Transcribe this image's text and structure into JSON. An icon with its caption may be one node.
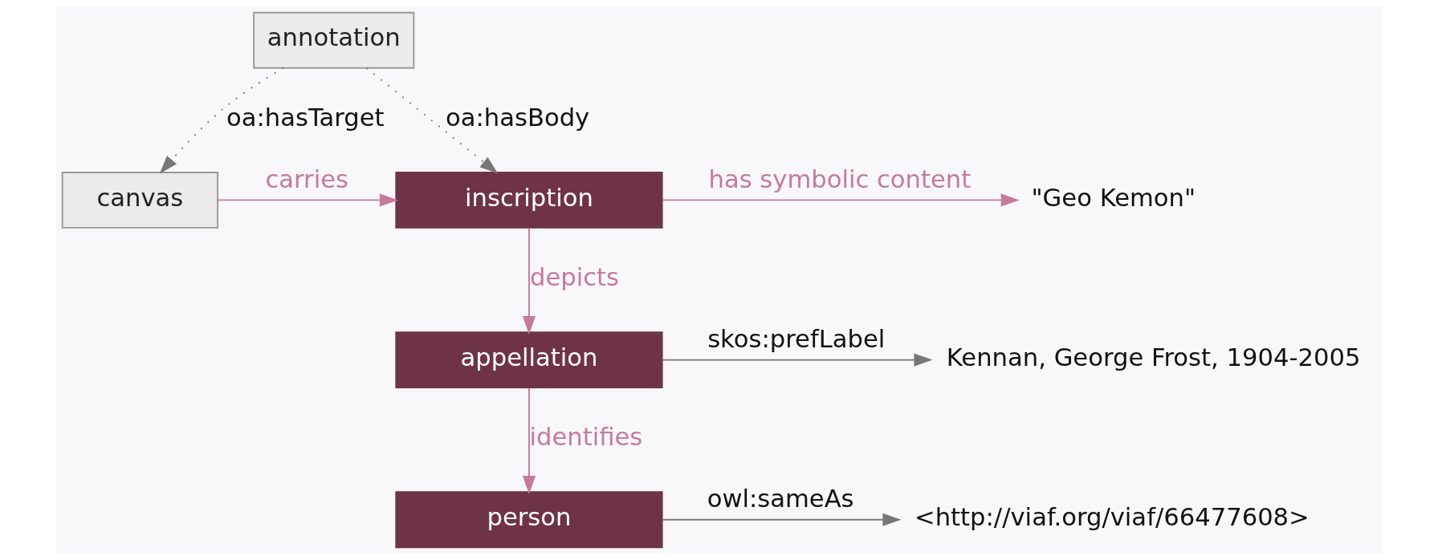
{
  "diagram": {
    "nodes": [
      {
        "text": [
          "annotation"
        ]
      },
      {
        "text": [
          "canvas"
        ]
      },
      {
        "text": [
          "inscription"
        ]
      },
      {
        "text": [
          "\"Geo Kemon\""
        ]
      },
      {
        "text": [
          "appellation"
        ]
      },
      {
        "text": [
          "Kennan, George Frost, 1904-2005"
        ]
      },
      {
        "text": [
          "person"
        ]
      },
      {
        "text": [
          "<http://viaf.org/viaf/66477608>"
        ]
      }
    ],
    "edges": [
      {
        "from": 0,
        "to": 1,
        "arrow": "to",
        "label": "oa:hasTarget",
        "style": "dashed"
      },
      {
        "from": 0,
        "to": 2,
        "arrow": "to",
        "label": "oa:hasBody",
        "style": "dashed"
      },
      {
        "from": 1,
        "to": 2,
        "arrow": "to",
        "label": "carries",
        "color": "#c77a9a"
      },
      {
        "from": 2,
        "to": 3,
        "arrow": "to",
        "label": "has symbolic content",
        "color": "#c77a9a"
      },
      {
        "from": 2,
        "to": 4,
        "arrow": "to",
        "label": "depicts",
        "color": "#c77a9a"
      },
      {
        "from": 4,
        "to": 5,
        "arrow": "to",
        "label": "skos:prefLabel"
      },
      {
        "from": 4,
        "to": 6,
        "arrow": "to",
        "label": "identifies",
        "color": "#c77a9a"
      },
      {
        "from": 6,
        "to": 7,
        "arrow": "to",
        "label": "owl:sameAs"
      }
    ]
  }
}
